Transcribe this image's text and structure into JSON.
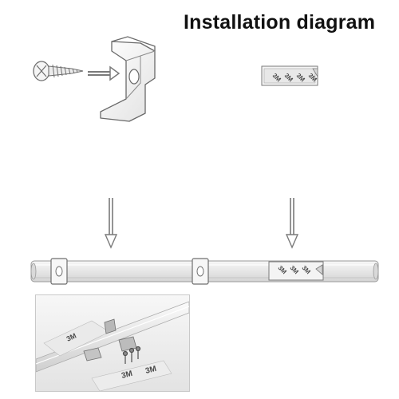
{
  "title": "Installation diagram",
  "tape_brand": "3M",
  "parts": {
    "screw": "screw-icon",
    "clip": "mounting-clip-icon",
    "tape": "adhesive-tape-icon",
    "profile": "aluminum-profile-bar",
    "photo": "product-photo"
  },
  "colors": {
    "line": "#7a7a7a",
    "profile_fill": "#ececec",
    "tape_fill": "#f4f4f4",
    "text": "#111111"
  }
}
